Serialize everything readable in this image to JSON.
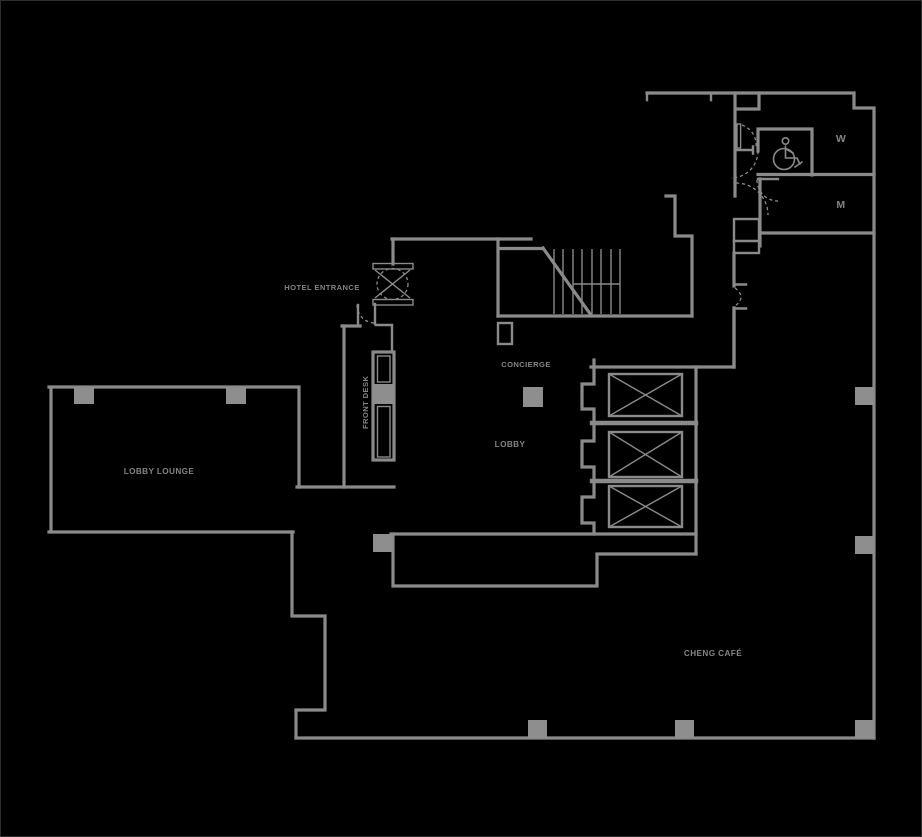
{
  "plan": {
    "background": "#000000",
    "wall_color": "#8a8a8a",
    "column_color": "#8e8e8e",
    "label_color": "#848484",
    "labels": {
      "hotel_entrance": "HOTEL ENTRANCE",
      "front_desk": "FRONT DESK",
      "concierge": "CONCIERGE",
      "lobby": "LOBBY",
      "lobby_lounge": "LOBBY LOUNGE",
      "cheng_cafe": "CHENG CAFÉ",
      "restroom_women": "W",
      "restroom_men": "M"
    },
    "icons": [
      {
        "name": "wheelchair-accessible-icon",
        "meaning": "accessible restroom"
      }
    ],
    "elements": {
      "elevator_count": 3,
      "door_symbols": "dashed quarter-circle swings",
      "entrance_door": "revolving door symbol",
      "stairs": "straight run with break line"
    }
  }
}
